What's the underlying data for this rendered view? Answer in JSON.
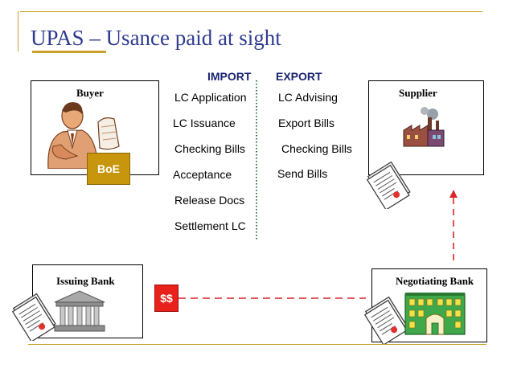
{
  "slide": {
    "title": "UPAS – Usance paid at sight",
    "title_accent": "UPAS"
  },
  "columns": {
    "import_label": "IMPORT",
    "export_label": "EXPORT"
  },
  "import_steps": [
    "LC Application",
    "LC Issuance",
    "Checking Bills",
    "Acceptance",
    "Release Docs",
    "Settlement LC"
  ],
  "export_steps": [
    "LC Advising",
    "Export Bills",
    "Checking Bills",
    "Send Bills"
  ],
  "parties": {
    "buyer": "Buyer",
    "supplier": "Supplier",
    "issuing_bank": "Issuing Bank",
    "negotiating_bank": "Negotiating Bank"
  },
  "tags": {
    "boe": "BoE",
    "payment": "$$"
  },
  "colors": {
    "title": "#2f3b8f",
    "accent_rule": "#c9a227",
    "boe_fill": "#c8960c",
    "payment_fill": "#e8221b",
    "flow_line": "#d9262c",
    "divider": "#2e7d4f"
  }
}
